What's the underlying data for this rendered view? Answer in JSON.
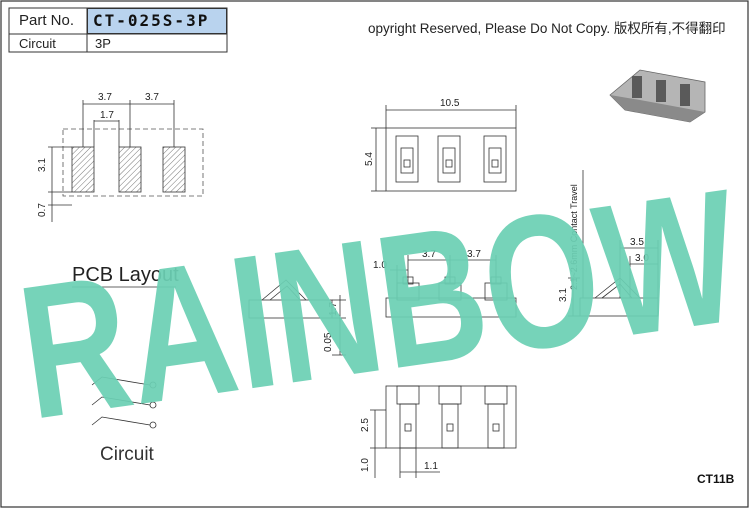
{
  "header": {
    "part_no_label": "Part No.",
    "part_no_value": "CT-025S-3P",
    "circuit_label": "Circuit",
    "circuit_value": "3P"
  },
  "notice": "opyright Reserved, Please Do Not Copy. 版权所有,不得翻印",
  "watermark": "RAINBOW",
  "labels": {
    "pcb_layout": "PCB Layout",
    "circuit": "Circuit",
    "drawing_code": "CT11B",
    "contact_travel": "2.1~2.6mm Contact Travel"
  },
  "dimensions": {
    "pcb_pitch_a": "3.7",
    "pcb_pitch_b": "3.7",
    "pcb_pad_width": "1.7",
    "pcb_height": "3.1",
    "pcb_offset": "0.7",
    "top_width": "10.5",
    "top_depth": "5.4",
    "front_edge": "1.0",
    "front_pitch_a": "3.7",
    "front_pitch_b": "3.7",
    "side_height": "1.7",
    "side_offset": "0.05",
    "right_width_a": "3.5",
    "right_width_b": "3.0",
    "right_height": "3.1",
    "bottom_height": "2.5",
    "bottom_base": "1.0",
    "bottom_width": "1.1"
  },
  "colors": {
    "watermark": "#6cd0b4",
    "partno_bg": "#b9d3ee",
    "line": "#333333"
  }
}
